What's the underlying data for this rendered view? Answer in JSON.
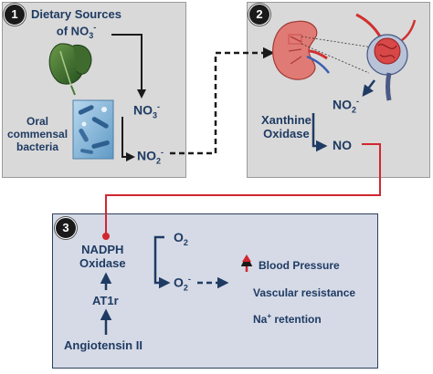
{
  "colors": {
    "panel_gray": "#d9d9d9",
    "panel_blue": "#d5dae6",
    "navy": "#1f3b63",
    "red": "#d22630"
  },
  "icons": [
    "spinach-leaf-icon",
    "bacteria-micrograph-icon",
    "kidney-icon",
    "glomerulus-icon"
  ],
  "panel1": {
    "badge": "1",
    "dietary_line1": "Dietary Sources",
    "dietary_line2": "of NO",
    "dietary_sub": "3",
    "dietary_sup": "-",
    "oral_line1": "Oral",
    "oral_line2": "commensal",
    "oral_line3": "bacteria",
    "no3_base": "NO",
    "no3_sub": "3",
    "no3_sup": "-",
    "no2_base": "NO",
    "no2_sub": "2",
    "no2_sup": "-"
  },
  "panel2": {
    "badge": "2",
    "no2_base": "NO",
    "no2_sub": "2",
    "no2_sup": "-",
    "xanthine_line1": "Xanthine",
    "xanthine_line2": "Oxidase",
    "no": "NO"
  },
  "panel3": {
    "badge": "3",
    "nadph_line1": "NADPH",
    "nadph_line2": "Oxidase",
    "at1r": "AT1r",
    "angiotensin": "Angiotensin II",
    "o2_base": "O",
    "o2_sub": "2",
    "superoxide_base": "O",
    "superoxide_sub": "2",
    "superoxide_sup": "-",
    "blood_pressure": "Blood Pressure",
    "vascular": "Vascular resistance",
    "na_base": "Na",
    "na_sup": "+",
    "na_rest": " retention"
  }
}
